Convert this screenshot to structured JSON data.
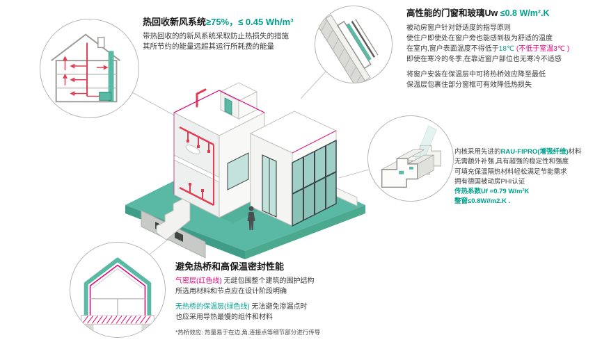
{
  "colors": {
    "teal": "#00A18C",
    "teal_ground": "#59B9A4",
    "pink": "#E5007D",
    "red": "#E23B52",
    "text": "#3A3A3A",
    "circle_border": "#B5B5B5"
  },
  "hrv": {
    "title_black": "热回收新风系统",
    "title_teal": "≥75%，≤ 0.45 Wh/m³",
    "line1": "带热回收的的新风系统采取防止热损失的措施",
    "line2": "其所节约的能量远超其运行所耗费的能量"
  },
  "windows": {
    "title_black": "高性能的门窗和玻璃Uw ",
    "title_teal": "≤0.8 W/m².K",
    "line1": "被动房窗户针对舒适度的指导原则",
    "line2": "使住户即使处在窗户旁也能感到极为舒适的温度",
    "line3_black": "在室内,窗户表面温度不得低于",
    "line3_teal": "18℃",
    "line3_pink": " (不低于室温3℃ )",
    "line4": "即使在寒冷的冬季,在靠近窗户部位也无寒冷不适感",
    "line5": "将窗户安装在保温层中可将热桥效应降至最低",
    "line6": "保温层包裹住部分窗框可有效降低热损失"
  },
  "profile": {
    "line1_black_a": "内核采用先进的",
    "line1_teal": "RAU-FIPRO(增强纤维)",
    "line1_black_b": "材料",
    "line2": "无需额外补强,具有超强的稳定性和强度",
    "line3": "可填充保温隔热材料轻松满足节能需求",
    "line4": "拥有德国被动房PHI认证",
    "line5_teal": "传热系数Uf =0.79 W/m²K",
    "line6_teal": "整窗≤0.8W//m2.K ."
  },
  "thermal": {
    "title": "避免热桥和高保温密封性能",
    "g1_pink": "气密层(红色线)",
    "g1_rest": " 无缝包围整个建筑的围护结构",
    "g1_line2": "所选用材料和节点应在设计阶段明确",
    "g2_teal": "无热桥的保温层(绿色线)",
    "g2_rest": " 无法避免渗漏点时",
    "g2_line2": "也应采用导热最慢的组件和材料",
    "footnote": "*热桥效应: 热量易于在边,角,连接点等细节部分进行传导"
  }
}
